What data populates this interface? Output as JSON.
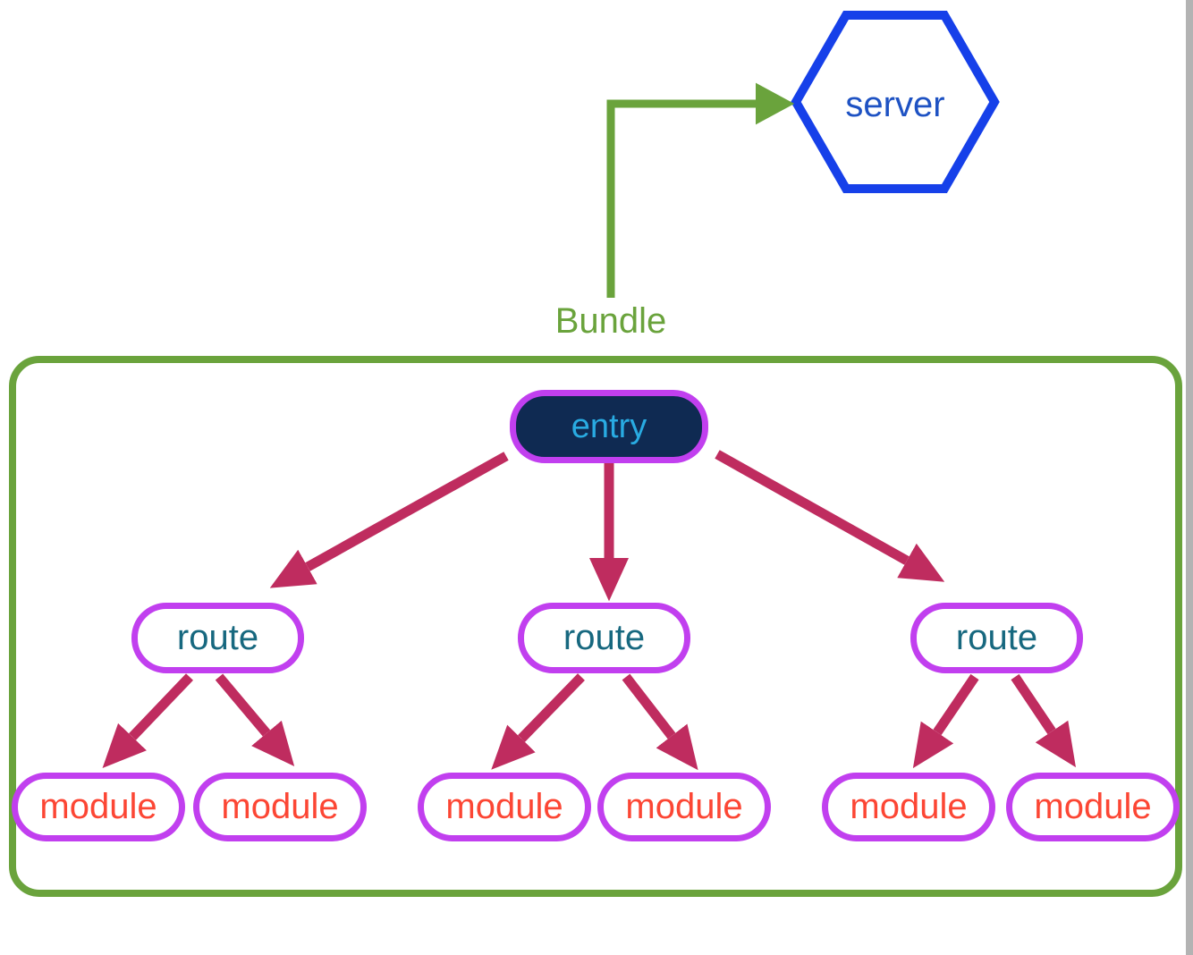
{
  "diagram": {
    "server_label": "server",
    "bundle_label": "Bundle",
    "entry_label": "entry",
    "route_labels": [
      "route",
      "route",
      "route"
    ],
    "module_labels": [
      "module",
      "module",
      "module",
      "module",
      "module",
      "module"
    ]
  },
  "colors": {
    "bundle_green": "#6aa33c",
    "server_blue_border": "#1640e9",
    "server_blue_text": "#1e52c3",
    "node_purple_border": "#c13fef",
    "entry_fill_navy": "#0f2a52",
    "entry_text_cyan": "#29abe2",
    "route_text_teal": "#17687f",
    "module_text_red": "#fc4634",
    "arrow_crimson": "#bf2c5f",
    "page_edge_gray": "#b3b3b3"
  }
}
